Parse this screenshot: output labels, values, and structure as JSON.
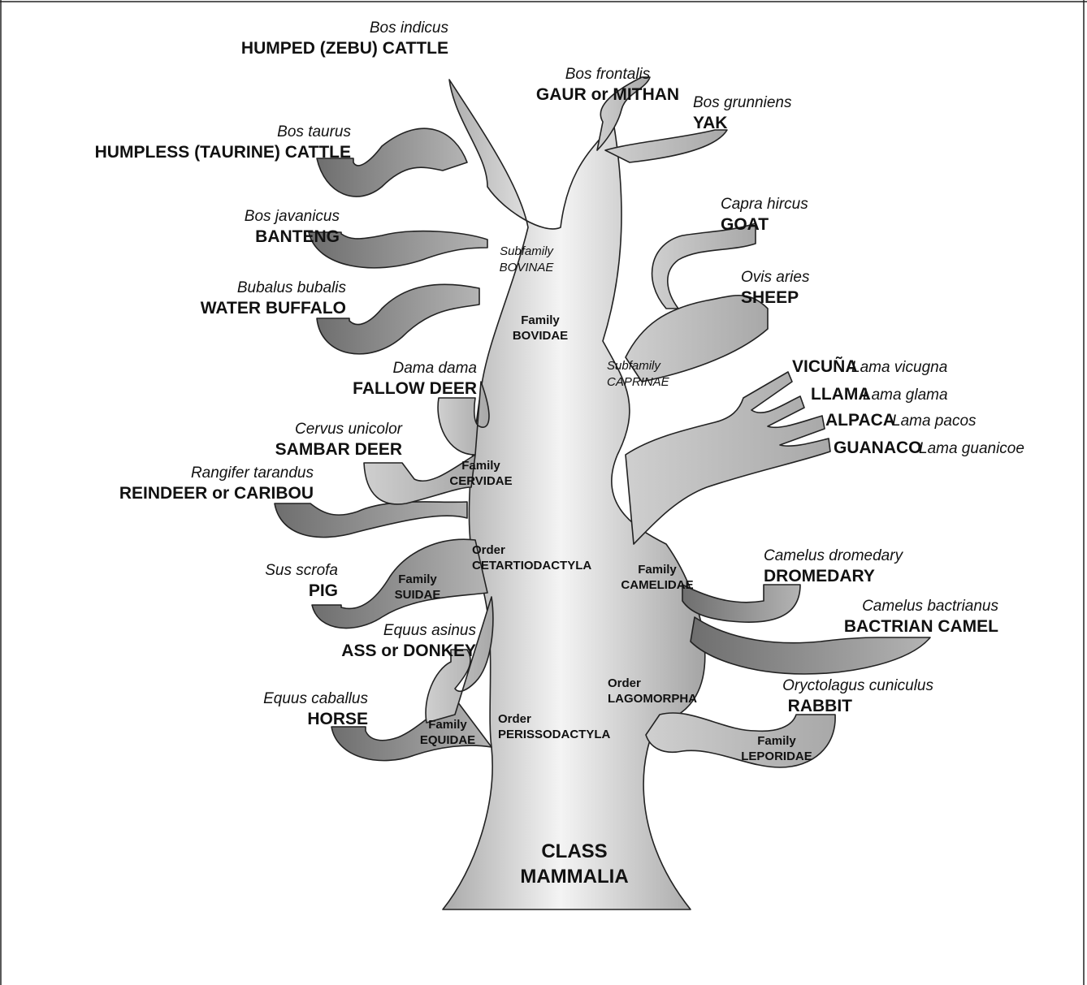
{
  "diagram": {
    "class_label": [
      "CLASS",
      "MAMMALIA"
    ],
    "taxa": {
      "subfamily_bovinae": [
        "Subfamily",
        "BOVINAE"
      ],
      "family_bovidae": [
        "Family",
        "BOVIDAE"
      ],
      "subfamily_caprinae": [
        "Subfamily",
        "CAPRINAE"
      ],
      "family_cervidae": [
        "Family",
        "CERVIDAE"
      ],
      "order_cetartiodactyla": [
        "Order",
        "CETARTIODACTYLA"
      ],
      "family_suidae": [
        "Family",
        "SUIDAE"
      ],
      "family_camelidae": [
        "Family",
        "CAMELIDAE"
      ],
      "family_equidae": [
        "Family",
        "EQUIDAE"
      ],
      "order_perissodactyla": [
        "Order",
        "PERISSODACTYLA"
      ],
      "order_lagomorpha": [
        "Order",
        "LAGOMORPHA"
      ],
      "family_leporidae": [
        "Family",
        "LEPORIDAE"
      ]
    },
    "animals": {
      "zebu": {
        "scientific": "Bos indicus",
        "common": "HUMPED (ZEBU) CATTLE"
      },
      "taurine": {
        "scientific": "Bos taurus",
        "common": "HUMPLESS (TAURINE) CATTLE"
      },
      "banteng": {
        "scientific": "Bos javanicus",
        "common": "BANTENG"
      },
      "water_buffalo": {
        "scientific": "Bubalus bubalis",
        "common": "WATER BUFFALO"
      },
      "fallow_deer": {
        "scientific": "Dama dama",
        "common": "FALLOW DEER"
      },
      "sambar_deer": {
        "scientific": "Cervus unicolor",
        "common": "SAMBAR DEER"
      },
      "reindeer": {
        "scientific": "Rangifer tarandus",
        "common": "REINDEER or CARIBOU"
      },
      "pig": {
        "scientific": "Sus scrofa",
        "common": "PIG"
      },
      "donkey": {
        "scientific": "Equus asinus",
        "common": "ASS or DONKEY"
      },
      "horse": {
        "scientific": "Equus caballus",
        "common": "HORSE"
      },
      "gaur": {
        "scientific": "Bos frontalis",
        "common": "GAUR or MITHAN"
      },
      "yak": {
        "scientific": "Bos grunniens",
        "common": "YAK"
      },
      "goat": {
        "scientific": "Capra hircus",
        "common": "GOAT"
      },
      "sheep": {
        "scientific": "Ovis aries",
        "common": "SHEEP"
      },
      "vicuna": {
        "scientific": "Lama vicugna",
        "common": "VICUÑA"
      },
      "llama": {
        "scientific": "Lama glama",
        "common": "LLAMA"
      },
      "alpaca": {
        "scientific": "Lama pacos",
        "common": "ALPACA"
      },
      "guanaco": {
        "scientific": "Lama guanicoe",
        "common": "GUANACO"
      },
      "dromedary": {
        "scientific": "Camelus dromedary",
        "common": "DROMEDARY"
      },
      "bactrian": {
        "scientific": "Camelus bactrianus",
        "common": "BACTRIAN CAMEL"
      },
      "rabbit": {
        "scientific": "Oryctolagus cuniculus",
        "common": "RABBIT"
      }
    }
  }
}
